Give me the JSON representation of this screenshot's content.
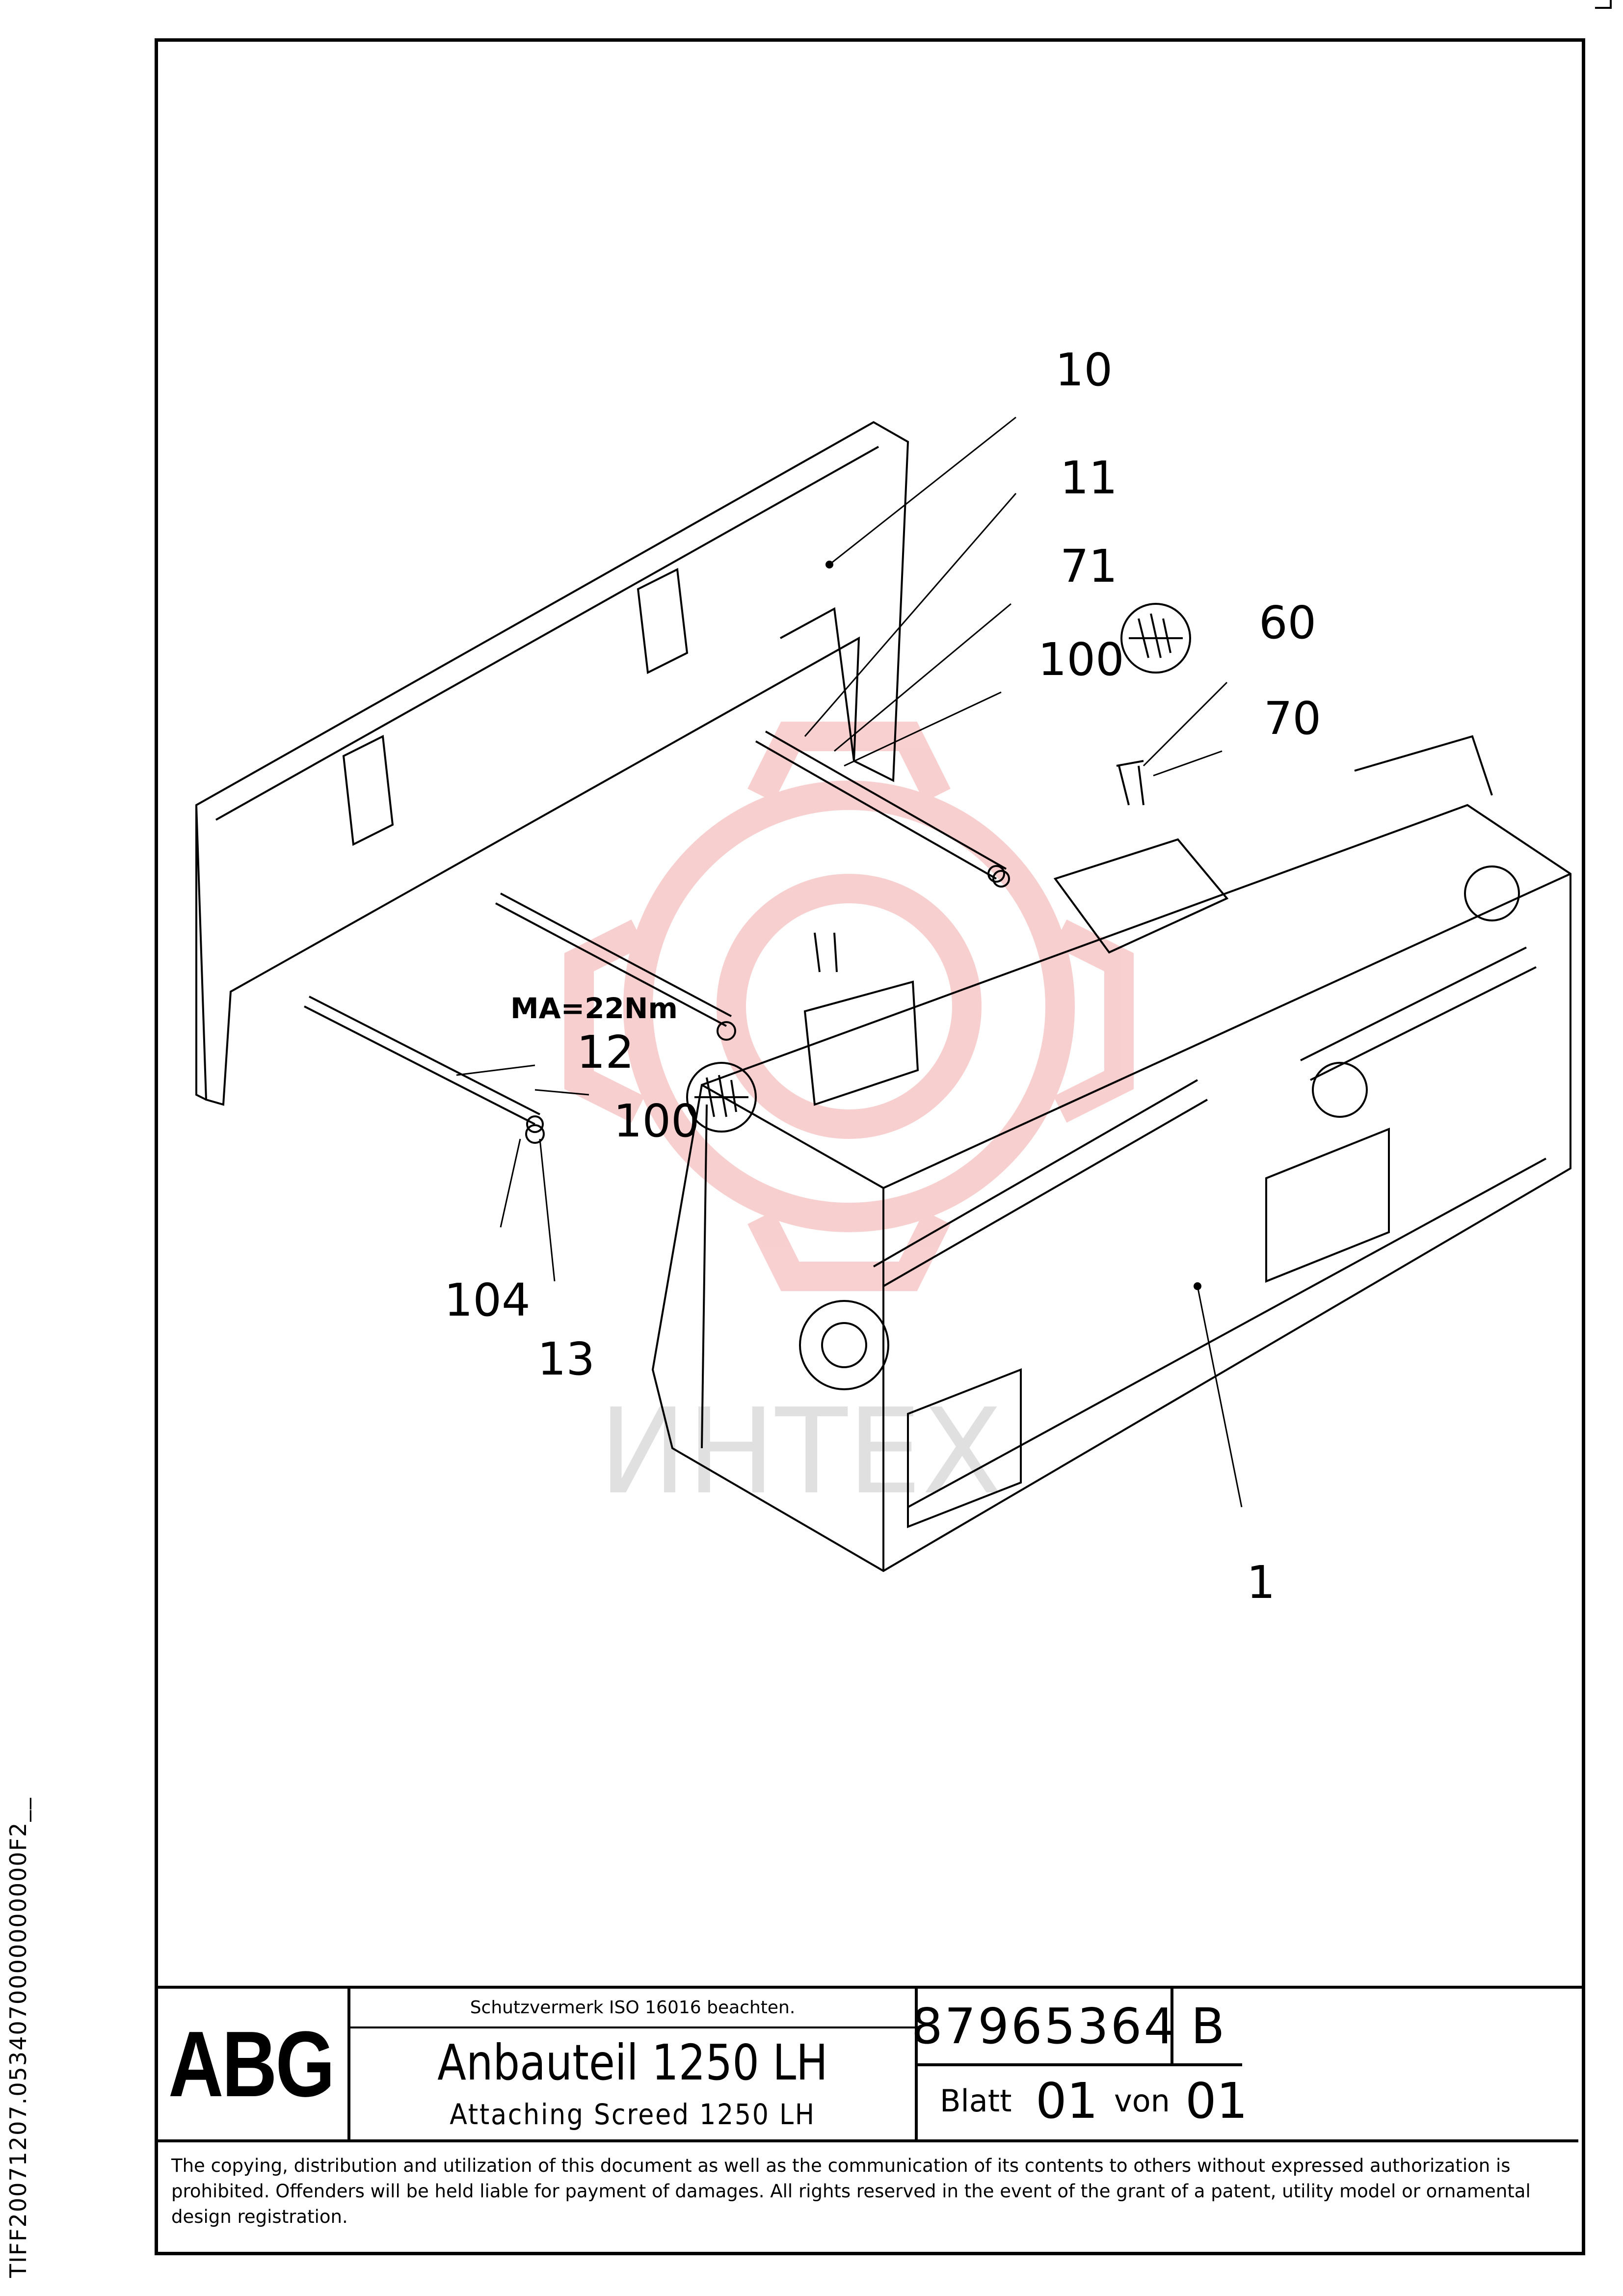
{
  "side_id": "TIFF20071207.0534070000000000F2__",
  "drawing": {
    "callouts": [
      {
        "id": "c10",
        "text": "10"
      },
      {
        "id": "c11",
        "text": "11"
      },
      {
        "id": "c71",
        "text": "71"
      },
      {
        "id": "c100a",
        "text": "100"
      },
      {
        "id": "c60",
        "text": "60"
      },
      {
        "id": "c70",
        "text": "70"
      },
      {
        "id": "c12",
        "text": "12"
      },
      {
        "id": "c100b",
        "text": "100"
      },
      {
        "id": "c104",
        "text": "104"
      },
      {
        "id": "c13",
        "text": "13"
      },
      {
        "id": "c1",
        "text": "1"
      }
    ],
    "torque_note": "MA=22Nm"
  },
  "watermark": "ИНТЕХ",
  "title_block": {
    "logo": "ABG",
    "protection_note": "Schutzvermerk ISO 16016 beachten.",
    "title_de": "Anbauteil 1250 LH",
    "title_en": "Attaching Screed 1250 LH",
    "doc_number": "87965364",
    "revision": "B",
    "sheet_label": "Blatt",
    "sheet_no": "01",
    "of_label": "von",
    "sheet_total": "01",
    "copyright": "The copying, distribution and utilization of this document as well as the communication of its contents to others without expressed authorization is prohibited. Offenders will be held liable for payment of damages. All rights reserved in the event of the grant of a patent, utility model or ornamental design registration."
  },
  "colors": {
    "ink": "#000000",
    "watermark": "#f4b8b8",
    "watermark_text": "#d9d9d9"
  }
}
